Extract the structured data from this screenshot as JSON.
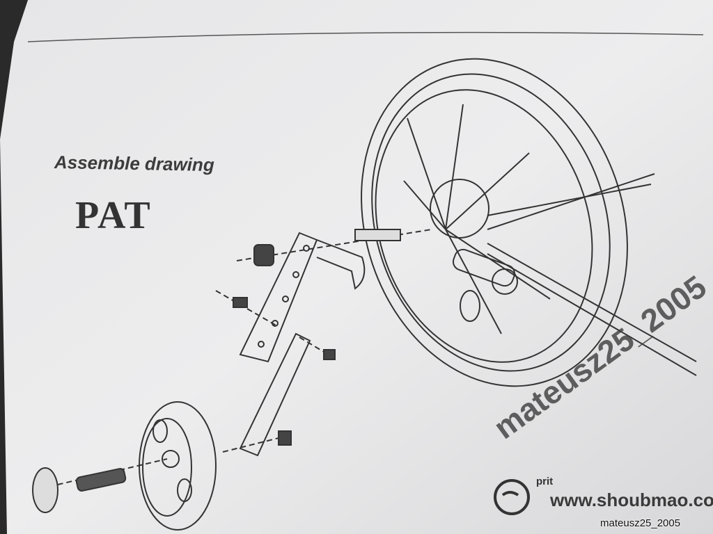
{
  "document": {
    "title": "Assemble drawing",
    "model": "PAT",
    "brand_logo_text": "prit",
    "website": "www.shoubmao.com"
  },
  "watermarks": {
    "diagonal": "mateusz25_2005",
    "corner": "mateusz25_2005"
  },
  "icons": [
    "brand-logo-icon"
  ]
}
